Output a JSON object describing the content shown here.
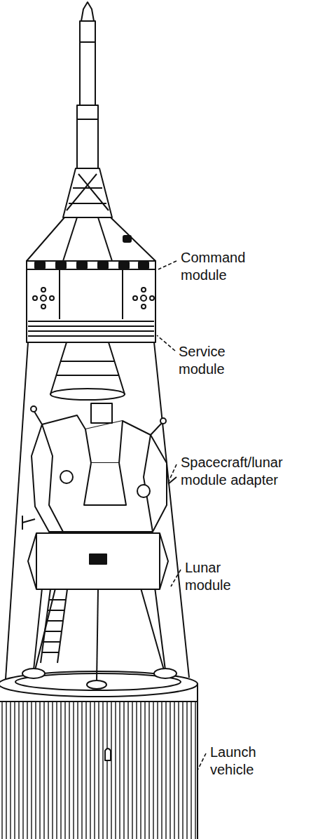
{
  "diagram": {
    "labels": [
      "Command module",
      "Service module",
      "Spacecraft/lunar module adapter",
      "Lunar module",
      "Launch vehicle"
    ]
  }
}
